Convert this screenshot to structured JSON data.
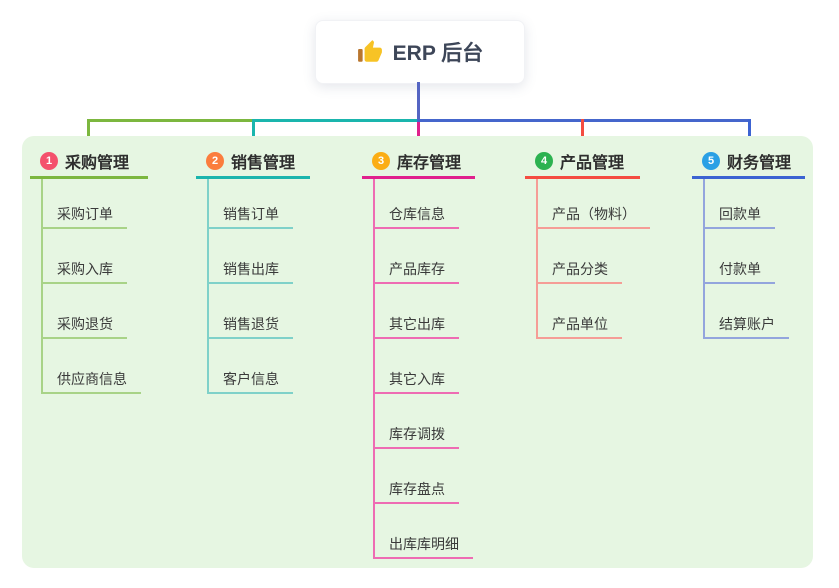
{
  "root": {
    "label": "ERP 后台",
    "icon": "thumbs-up-icon"
  },
  "colors": {
    "root_drop_line": "#5565c3",
    "bus_left_green": "#7cb73f",
    "bus_mid_teal": "#1ab5ad",
    "bus_right_blue": "#4566cc",
    "panel_background": "#e6f6e2",
    "root_text": "#3d4658"
  },
  "branches": [
    {
      "number": "1",
      "label": "采购管理",
      "badge_color": "#f4516c",
      "line_color": "#7cb73f",
      "child_line_color": "#a8d387",
      "children": [
        "采购订单",
        "采购入库",
        "采购退货",
        "供应商信息"
      ]
    },
    {
      "number": "2",
      "label": "销售管理",
      "badge_color": "#fb7d3d",
      "line_color": "#1ab5ad",
      "child_line_color": "#7fd1c9",
      "children": [
        "销售订单",
        "销售出库",
        "销售退货",
        "客户信息"
      ]
    },
    {
      "number": "3",
      "label": "库存管理",
      "badge_color": "#fbad14",
      "line_color": "#e0218d",
      "child_line_color": "#ee6cb3",
      "children": [
        "仓库信息",
        "产品库存",
        "其它出库",
        "其它入库",
        "库存调拨",
        "库存盘点",
        "出库库明细"
      ]
    },
    {
      "number": "4",
      "label": "产品管理",
      "badge_color": "#2cb250",
      "line_color": "#f44c41",
      "child_line_color": "#f59d96",
      "children": [
        "产品（物料）",
        "产品分类",
        "产品单位"
      ]
    },
    {
      "number": "5",
      "label": "财务管理",
      "badge_color": "#2aa0e5",
      "line_color": "#3c63d2",
      "child_line_color": "#93a5dd",
      "children": [
        "回款单",
        "付款单",
        "结算账户"
      ]
    }
  ]
}
